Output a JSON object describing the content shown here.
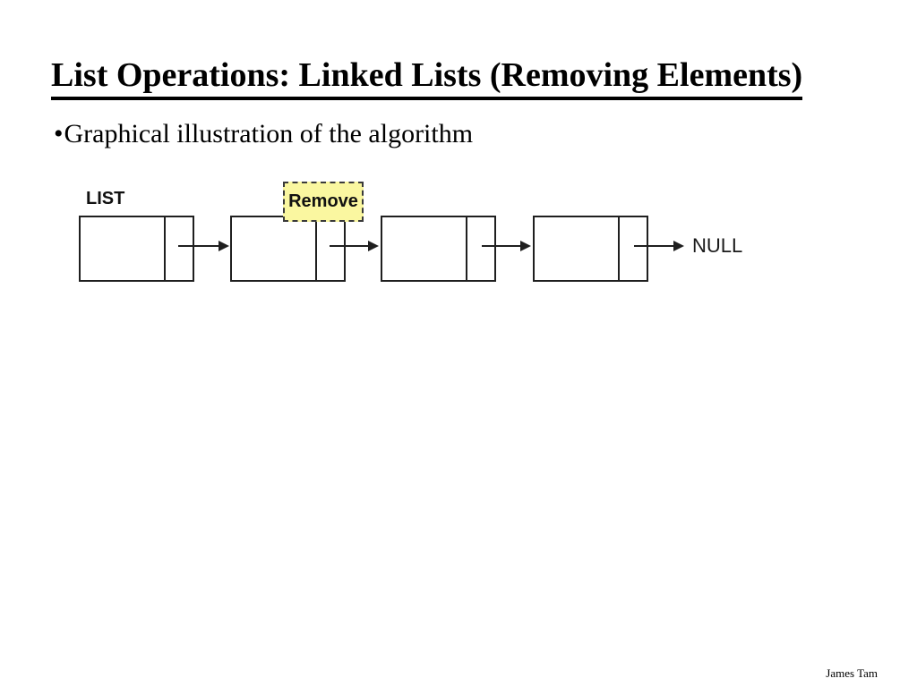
{
  "slide": {
    "title": "List Operations: Linked Lists (Removing Elements)",
    "bullet_marker": "•",
    "bullet_text": "Graphical illustration of the algorithm",
    "footer_author": "James Tam"
  },
  "diagram": {
    "list_label": "LIST",
    "remove_label": "Remove",
    "null_label": "NULL",
    "node_count": 4,
    "colors": {
      "remove_fill": "#FAF7A0",
      "line": "#1f1f1f",
      "background": "#FFFFFF"
    }
  }
}
